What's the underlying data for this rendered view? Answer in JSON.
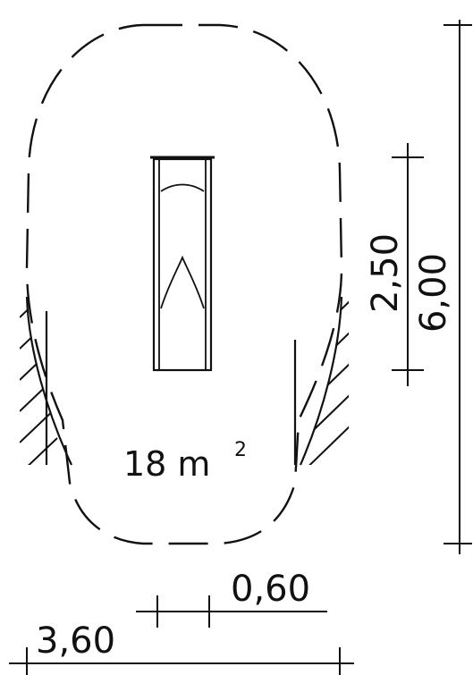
{
  "drawing": {
    "area_label": "18 m",
    "area_superscript": "2",
    "dimensions": {
      "total_length": "6,00",
      "equipment_length": "2,50",
      "total_width": "3,60",
      "equipment_width": "0,60"
    }
  },
  "colors": {
    "ink": "#111111",
    "background": "#ffffff"
  }
}
